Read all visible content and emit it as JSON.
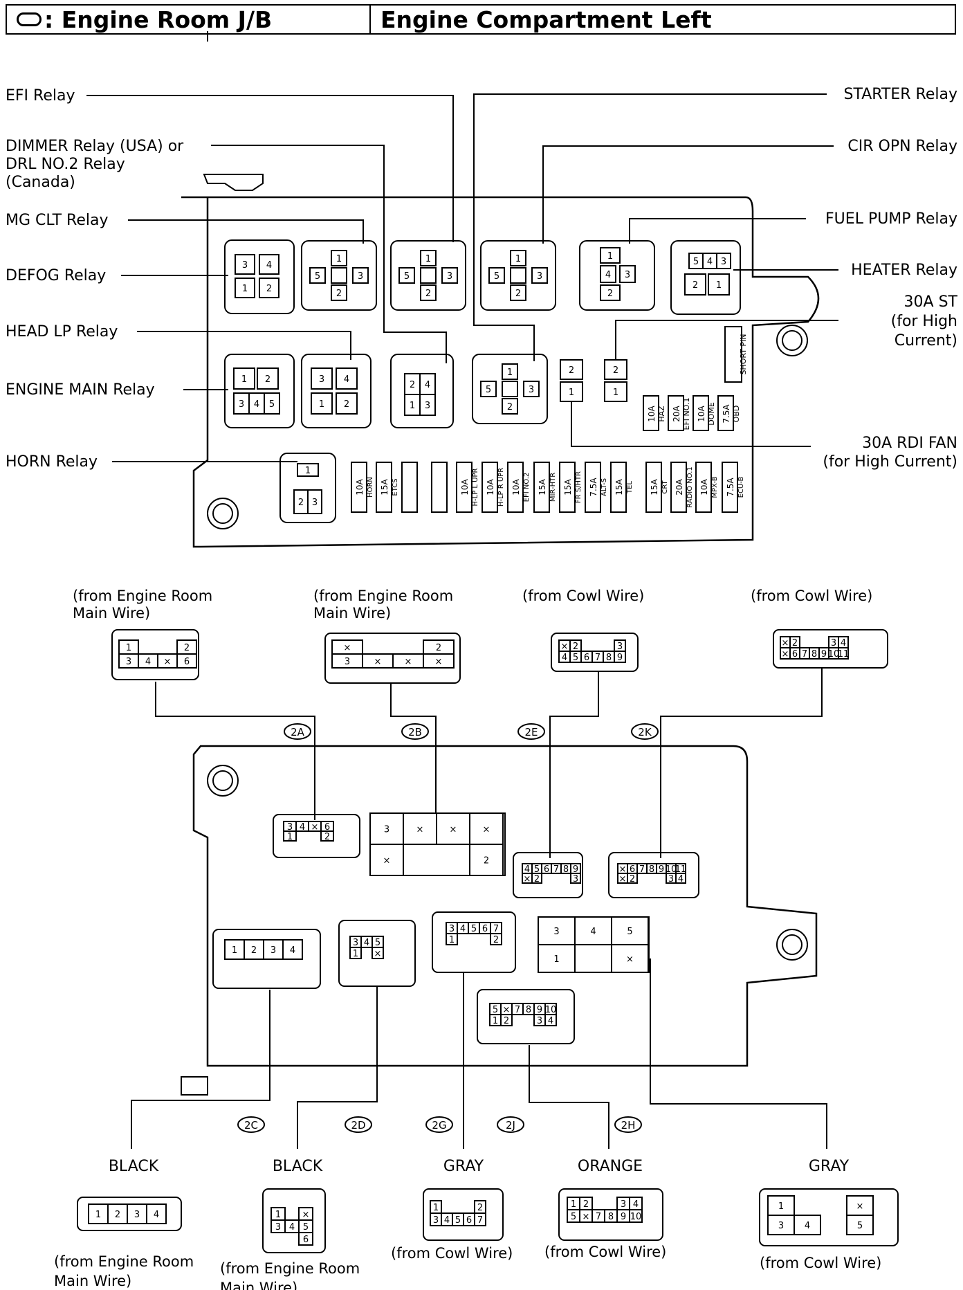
{
  "header": {
    "symbol_label": ":",
    "title": "Engine Room J/B",
    "location": "Engine Compartment Left"
  },
  "labels": {
    "efi_relay": "EFI Relay",
    "dimmer_relay_1": "DIMMER Relay (USA) or",
    "dimmer_relay_2": "DRL NO.2 Relay",
    "dimmer_relay_3": "(Canada)",
    "mg_clt_relay": "MG CLT Relay",
    "defog_relay": "DEFOG Relay",
    "head_lp_relay": "HEAD LP Relay",
    "engine_main_relay": "ENGINE MAIN Relay",
    "horn_relay": "HORN Relay",
    "starter_relay": "STARTER Relay",
    "cir_opn_relay": "CIR OPN Relay",
    "fuel_pump_relay": "FUEL PUMP Relay",
    "heater_relay": "HEATER Relay",
    "st30_1": "30A ST",
    "st30_2": "(for High",
    "st30_3": "Current)",
    "rdi30_1": "30A RDI FAN",
    "rdi30_2": "(for High Current)",
    "short_pin": "SHORT PIN"
  },
  "fuses_right": [
    {
      "amp": "10A",
      "name": "HAZ"
    },
    {
      "amp": "20A",
      "name": "EFI NO.1"
    },
    {
      "amp": "10A",
      "name": "DOME"
    },
    {
      "amp": "7.5A",
      "name": "OBD"
    }
  ],
  "fuses_bottom": [
    {
      "amp": "10A",
      "name": "HORN"
    },
    {
      "amp": "15A",
      "name": "ETCS"
    },
    {
      "amp": "",
      "name": ""
    },
    {
      "amp": "",
      "name": ""
    },
    {
      "amp": "10A",
      "name": "H-LP L UPR"
    },
    {
      "amp": "10A",
      "name": "H-LP R UPR"
    },
    {
      "amp": "10A",
      "name": "EFI NO.2"
    },
    {
      "amp": "15A",
      "name": "MIR-HTR"
    },
    {
      "amp": "15A",
      "name": "FR S/HTR"
    },
    {
      "amp": "7.5A",
      "name": "ALT-S"
    },
    {
      "amp": "15A",
      "name": "TEL"
    },
    {
      "amp": "15A",
      "name": "CRT"
    },
    {
      "amp": "20A",
      "name": "RADIO NO.1"
    },
    {
      "amp": "10A",
      "name": "MPX-B"
    },
    {
      "amp": "7.5A",
      "name": "ECU-B"
    }
  ],
  "top_connectors": [
    {
      "code": "2A",
      "src1": "(from Engine Room",
      "src2": "Main Wire)"
    },
    {
      "code": "2B",
      "src1": "(from Engine Room",
      "src2": "Main Wire)"
    },
    {
      "code": "2E",
      "src1": "(from Cowl Wire)",
      "src2": ""
    },
    {
      "code": "2K",
      "src1": "(from Cowl Wire)",
      "src2": ""
    }
  ],
  "bottom_connectors": [
    {
      "code": "2C",
      "color": "BLACK",
      "src1": "(from Engine Room",
      "src2": "Main Wire)"
    },
    {
      "code": "2D",
      "color": "BLACK",
      "src1": "(from Engine Room",
      "src2": "Main Wire)"
    },
    {
      "code": "2G",
      "color": "GRAY",
      "src1": "(from Cowl Wire)",
      "src2": ""
    },
    {
      "code": "2J",
      "color": "ORANGE",
      "src1": "(from Cowl Wire)",
      "src2": ""
    },
    {
      "code": "2H",
      "color": "GRAY",
      "src1": "(from Cowl Wire)",
      "src2": ""
    }
  ],
  "pins": {
    "defog": [
      "3",
      "4",
      "1",
      "2"
    ],
    "mini_relay": [
      "1",
      "5",
      "3",
      "2"
    ],
    "fuel_pump": [
      "1",
      "4",
      "3",
      "2"
    ],
    "heater": [
      "5",
      "4",
      "3",
      "2",
      "1"
    ],
    "engine_main": [
      "1",
      "2",
      "3",
      "4",
      "5"
    ],
    "head_lp": [
      "3",
      "4",
      "1",
      "2"
    ],
    "eight_relay": [
      "2",
      "4",
      "1",
      "3"
    ],
    "fusible": [
      "2",
      "1"
    ],
    "horn": [
      "1",
      "2",
      "3"
    ],
    "c2a": [
      "1",
      "2",
      "3",
      "4",
      "×",
      "6"
    ],
    "c2b": [
      "×",
      "2",
      "3",
      "×",
      "×",
      "×"
    ],
    "c2e": [
      "×",
      "2",
      "3",
      "4",
      "5",
      "6",
      "7",
      "8",
      "9"
    ],
    "c2k": [
      "×",
      "2",
      "3",
      "4",
      "×",
      "6",
      "7",
      "8",
      "9",
      "10",
      "11"
    ],
    "c2c": [
      "1",
      "2",
      "3",
      "4"
    ],
    "c2d": [
      "1",
      "×",
      "3",
      "4",
      "5",
      "6"
    ],
    "c2g": [
      "1",
      "2",
      "3",
      "4",
      "5",
      "6",
      "7"
    ],
    "c2j": [
      "1",
      "2",
      "3",
      "4",
      "5",
      "×",
      "7",
      "8",
      "9",
      "10"
    ],
    "c2h": [
      "1",
      "×",
      "3",
      "4",
      "5"
    ]
  }
}
